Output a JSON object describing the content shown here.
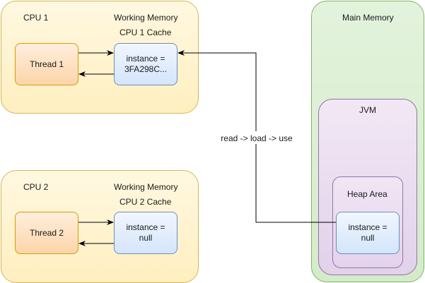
{
  "cpu1": {
    "title": "CPU 1",
    "working_memory": "Working Memory",
    "cache_title": "CPU 1 Cache",
    "thread": "Thread 1",
    "cache_value_line1": "instance =",
    "cache_value_line2": "3FA298C..."
  },
  "cpu2": {
    "title": "CPU 2",
    "working_memory": "Working Memory",
    "cache_title": "CPU 2 Cache",
    "thread": "Thread 2",
    "cache_value_line1": "instance =",
    "cache_value_line2": "null"
  },
  "main_memory": {
    "title": "Main Memory",
    "jvm": "JVM",
    "heap": "Heap Area",
    "value_line1": "instance =",
    "value_line2": "null"
  },
  "flow_label": "read -> load -> use"
}
